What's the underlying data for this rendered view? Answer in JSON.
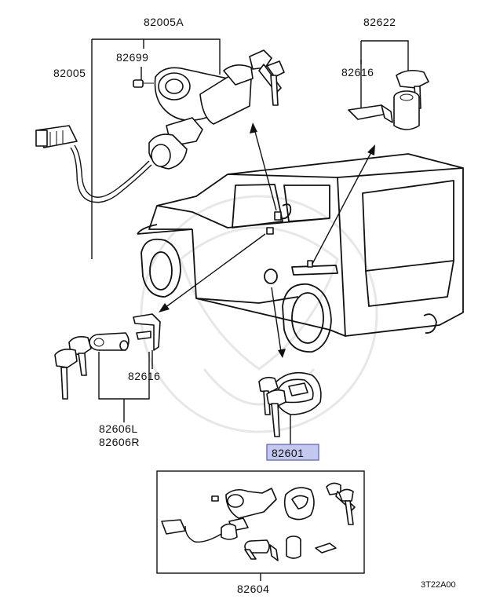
{
  "labels": {
    "p82005A": "82005A",
    "p82699": "82699",
    "p82005": "82005",
    "p82622": "82622",
    "p82616_top": "82616",
    "p82616_left": "82616",
    "p82606L": "82606L",
    "p82606R": "82606R",
    "p82601": "82601",
    "p82604": "82604",
    "diagram_code": "3T22A00"
  },
  "colors": {
    "highlight": "#c5c8ee",
    "highlight_border": "#6a6fb8",
    "line": "#111111"
  },
  "icons": [
    "ignition-switch-icon",
    "door-lock-cylinder-icon",
    "fuel-cap-icon",
    "key-icon",
    "vehicle-icon"
  ]
}
